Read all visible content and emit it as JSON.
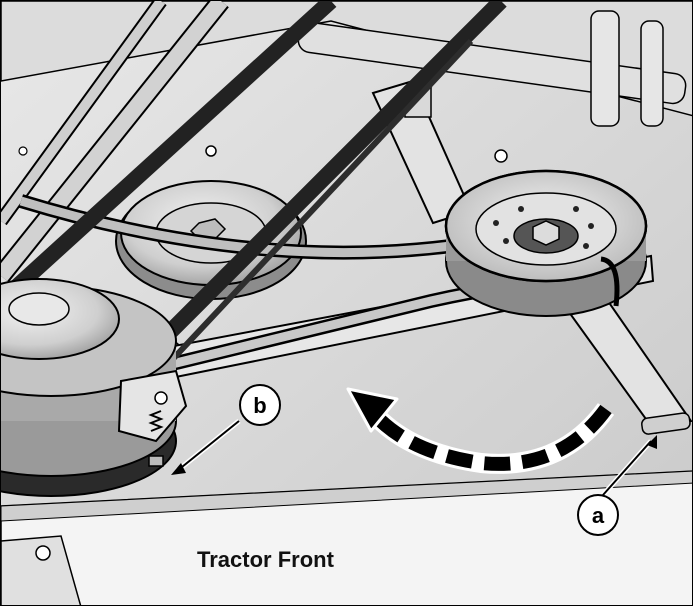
{
  "callouts": {
    "a": "a",
    "b": "b"
  },
  "caption": "Tractor Front",
  "colors": {
    "line": "#000000",
    "deck": "#d9d9d9",
    "deck_shadow": "#bdbdbd",
    "metal_light": "#e6e6e6",
    "metal_mid": "#a8a8a8",
    "metal_dark": "#3a3a3a",
    "belt": "#2b2b2b"
  },
  "icons": [
    "arrow-left-curved-dashed"
  ]
}
